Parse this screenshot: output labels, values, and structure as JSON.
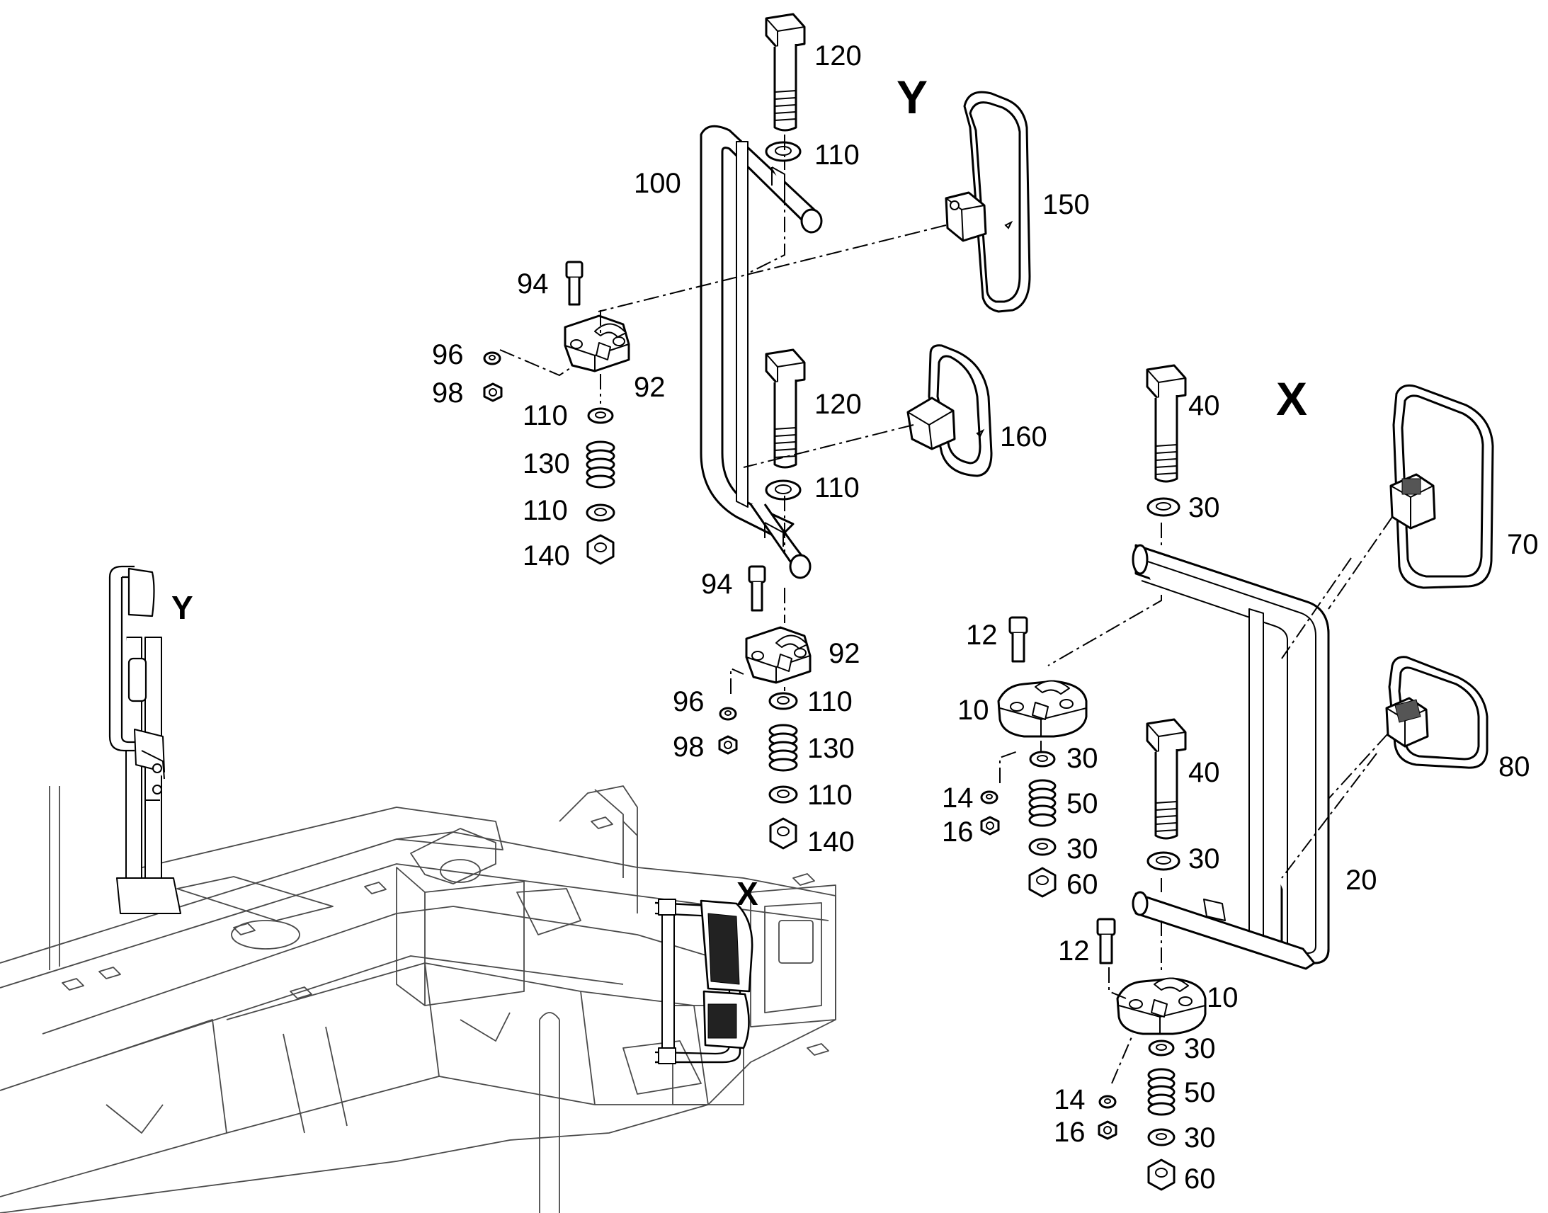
{
  "view_labels": {
    "y_detail": "Y",
    "x_detail": "X",
    "y_overview": "Y",
    "x_overview": "X"
  },
  "callouts": {
    "c120a": "120",
    "c110a": "110",
    "c100": "100",
    "c150": "150",
    "c94a": "94",
    "c96a": "96",
    "c98a": "98",
    "c92a": "92",
    "c110b": "110",
    "c130a": "130",
    "c110c": "110",
    "c140a": "140",
    "c120b": "120",
    "c160": "160",
    "c110d": "110",
    "c94b": "94",
    "c92b": "92",
    "c96b": "96",
    "c110e": "110",
    "c98b": "98",
    "c130b": "130",
    "c110f": "110",
    "c140b": "140",
    "c40a": "40",
    "c30a": "30",
    "c70": "70",
    "c12a": "12",
    "c10a": "10",
    "c30b": "30",
    "c14a": "14",
    "c50a": "50",
    "c16a": "16",
    "c30c": "30",
    "c60a": "60",
    "c40b": "40",
    "c80": "80",
    "c30d": "30",
    "c20": "20",
    "c12b": "12",
    "c10b": "10",
    "c30e": "30",
    "c14b": "14",
    "c50b": "50",
    "c16b": "16",
    "c30f": "30",
    "c60b": "60"
  },
  "icons": [
    "bolt-icon",
    "washer-icon",
    "spring-icon",
    "nut-icon",
    "mirror-icon",
    "bracket-icon"
  ]
}
